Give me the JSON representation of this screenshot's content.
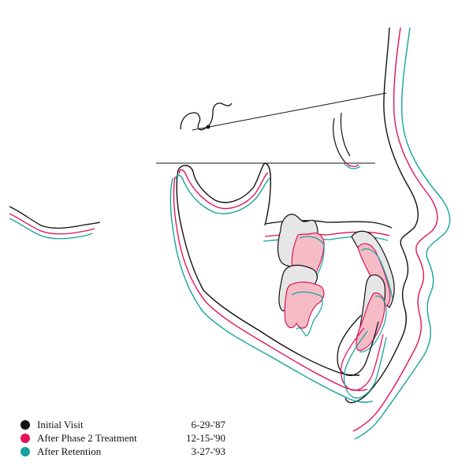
{
  "colors": {
    "initial": "#111111",
    "phase2": "#e0135a",
    "retention": "#15a3a0",
    "tooth_fill_initial": "#e6e6e6",
    "tooth_fill_phase2": "#f6bcc6"
  },
  "legend": [
    {
      "label": "Initial Visit",
      "date": "6-29-'87",
      "color": "#111111"
    },
    {
      "label": "After Phase 2 Treatment",
      "date": "12-15-'90",
      "color": "#e0135a"
    },
    {
      "label": "After Retention",
      "date": "3-27-'93",
      "color": "#15a3a0"
    }
  ]
}
